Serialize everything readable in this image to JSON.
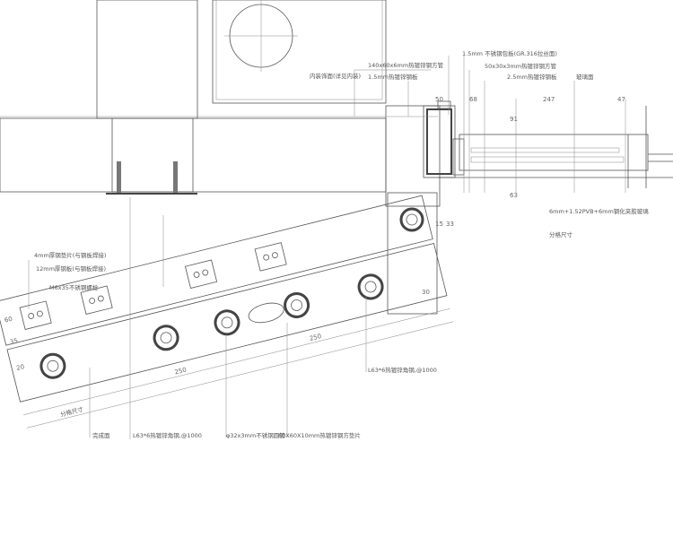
{
  "drawing": {
    "labels": {
      "stainless_cladding": "1.5mm 不锈钢包板(GR.316拉丝面)",
      "steel_tube_140": "140x60x6mm热镀锌钢方管",
      "steel_tube_50": "50x30x3mm热镀锌钢方管",
      "steel_plate_15": "1.5mm热镀锌钢板",
      "steel_plate_25": "2.5mm热镀锌钢板",
      "interior_finish": "内装饰面(详见内装)",
      "glass_face": "玻璃面",
      "glass_spec": "6mm+1.52PVB+6mm钢化夹胶玻璃",
      "grid_size_right": "分格尺寸",
      "grid_size_left": "分格尺寸",
      "shim_4mm": "4mm厚钢垫片(与钢板焊接)",
      "plate_12mm": "12mm厚钢板(与钢板焊接)",
      "bolt": "M6x35不锈钢螺栓",
      "angle_left": "L63*6热镀锌角钢,@1000",
      "angle_right": "L63*6热镀锌角钢,@1000",
      "round_tube": "φ32x3mm不锈钢圆管",
      "square_shim": "60X60X10mm热镀锌钢方垫片",
      "finish_line": "完成面"
    },
    "dimensions": {
      "d50": "50",
      "d68": "68",
      "d247": "247",
      "d47": "47",
      "d91": "91",
      "d63": "63",
      "d15": "15",
      "d33": "33",
      "d250a": "250",
      "d250b": "250",
      "d60": "60",
      "d35": "35",
      "d20": "20",
      "d30": "30"
    }
  }
}
